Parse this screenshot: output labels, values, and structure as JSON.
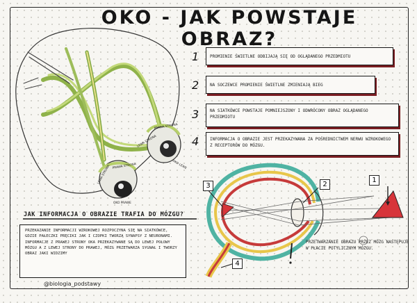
{
  "title": "OKO - JAK POWSTAJE OBRAZ?",
  "steps": [
    {
      "num": "1",
      "text": "PROMIENIE ŚWIETLNE ODBIJAJĄ SIĘ OD OGLĄDANEGO PRZEDMIOTU"
    },
    {
      "num": "2",
      "text": "NA SOCZEWCE PROMIENIE ŚWIETLNE ZMIENIAJĄ BIEG"
    },
    {
      "num": "3",
      "text": "NA SIATKÓWCE POWSTAJE POMNIEJSZONY I ODWRÓCONY OBRAZ OGLĄDANEGO PRZEDMIOTU"
    },
    {
      "num": "4",
      "text": "INFORMACJA O OBRAZIE JEST PRZEKAZYWANA ZA POŚREDNICTWEM NERWU WZROKOWEGO Z RECEPTORÓW DO MÓZGU."
    }
  ],
  "section_heading": "JAK INFORMACJA O OBRAZIE TRAFIA DO MÓZGU?",
  "info_text": "PRZEKAZANIE INFORMACJI WZROKOWEJ ROZPOCZYNA SIĘ NA SIATKÓWCE, GDZIE PAŁECZKI PRĘCIKI JAK I CZOPKI TWORZĄ SYNAPSY Z NEURONAMI. INFORMACJE Z PRAWEJ STRONY OKA PRZEKAZYWANE SĄ DO LEWEJ POŁOWY MÓZGU A Z LEWEJ STRONY DO PRAWEJ, MÓZG PRZETWARZA SYGNAŁ I TWORZY OBRAZ JAKI WIDZIMY",
  "brain_note": "PRZETWARZANIE OBRAZU PRZEZ MÓZG NASTĘPUJE W PŁACIE POTYLICZNYM MÓZGU.",
  "handle": "@biologia_podstawy",
  "markers": [
    "1",
    "2",
    "3",
    "4"
  ],
  "eye_labels": {
    "right_eye": [
      "PRAWA STRONA",
      "LEWA STRONA",
      "OKO LEWE"
    ],
    "left_eye": [
      "PRAWA STRONA",
      "LEWA STRONA",
      "OKO PRAWE"
    ],
    "optic_nerve": "NERW"
  },
  "colors": {
    "accent_red": "#a32a2e",
    "box_shadow": "#7a1e22",
    "nerve_green": "#b6cf6a",
    "nerve_yellow": "#e8e089",
    "sclera_teal": "#4fb3a3",
    "retina_red": "#c63a3a",
    "choroid_yellow": "#e8c64a",
    "object_red": "#d7353a"
  }
}
